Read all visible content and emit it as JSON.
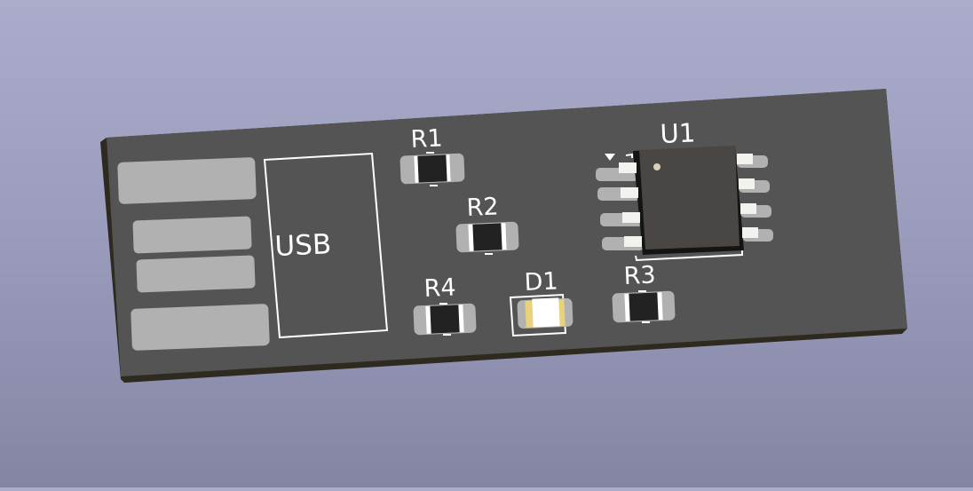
{
  "viewer": {
    "background_top": "#abaccb",
    "background_bottom": "#8585a3"
  },
  "board": {
    "color": "#545454",
    "edge_color": "#2e2a20",
    "silkscreen_color": "#ffffff",
    "pad_color": "#b1b1b1"
  },
  "labels": {
    "usb": "USB",
    "r1": "R1",
    "r2": "R2",
    "r3": "R3",
    "r4": "R4",
    "d1": "D1",
    "u1": "U1"
  },
  "components": [
    {
      "ref": "R1",
      "type": "resistor"
    },
    {
      "ref": "R2",
      "type": "resistor"
    },
    {
      "ref": "R3",
      "type": "resistor"
    },
    {
      "ref": "R4",
      "type": "resistor"
    },
    {
      "ref": "D1",
      "type": "led"
    },
    {
      "ref": "U1",
      "type": "ic-soic8"
    },
    {
      "ref": "USB",
      "type": "usb-edge-connector"
    }
  ]
}
